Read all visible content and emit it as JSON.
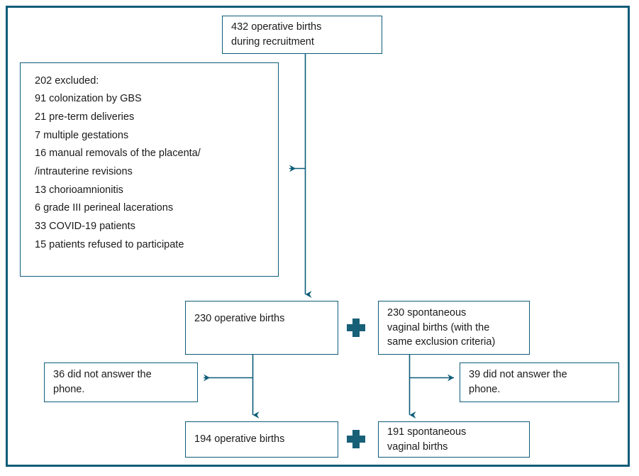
{
  "figure": {
    "type": "flowchart",
    "title": "Study participant flow diagram",
    "frame_color": "#0d5c78",
    "box_border_color": "#0d5c78",
    "text_color": "#1a1a1a",
    "plus_color": "#186077"
  },
  "nodes": {
    "top": {
      "line1": "432 operative births",
      "line2": "during recruitment"
    },
    "excluded": {
      "heading": "202 excluded:",
      "items": [
        "91 colonization by GBS",
        "21 pre-term deliveries",
        "7 multiple gestations",
        "16 manual removals of the placenta/",
        "/intrauterine revisions",
        "13 chorioamnionitis",
        "6 grade III perineal lacerations",
        "33 COVID-19 patients",
        "15 patients refused to participate"
      ]
    },
    "operative_230": {
      "line1": "230 operative births"
    },
    "spontaneous_230": {
      "line1": "230 spontaneous",
      "line2": "vaginal births (with the",
      "line3": "same exclusion criteria)"
    },
    "no_answer_left": {
      "line1": "36 did not answer the",
      "line2": "phone."
    },
    "no_answer_right": {
      "line1": "39 did not answer the",
      "line2": "phone."
    },
    "operative_194": {
      "line1": "194 operative births"
    },
    "spontaneous_191": {
      "line1": "191 spontaneous",
      "line2": "vaginal births"
    }
  },
  "icons": {
    "plus_top": "plus-icon",
    "plus_bottom": "plus-icon"
  }
}
